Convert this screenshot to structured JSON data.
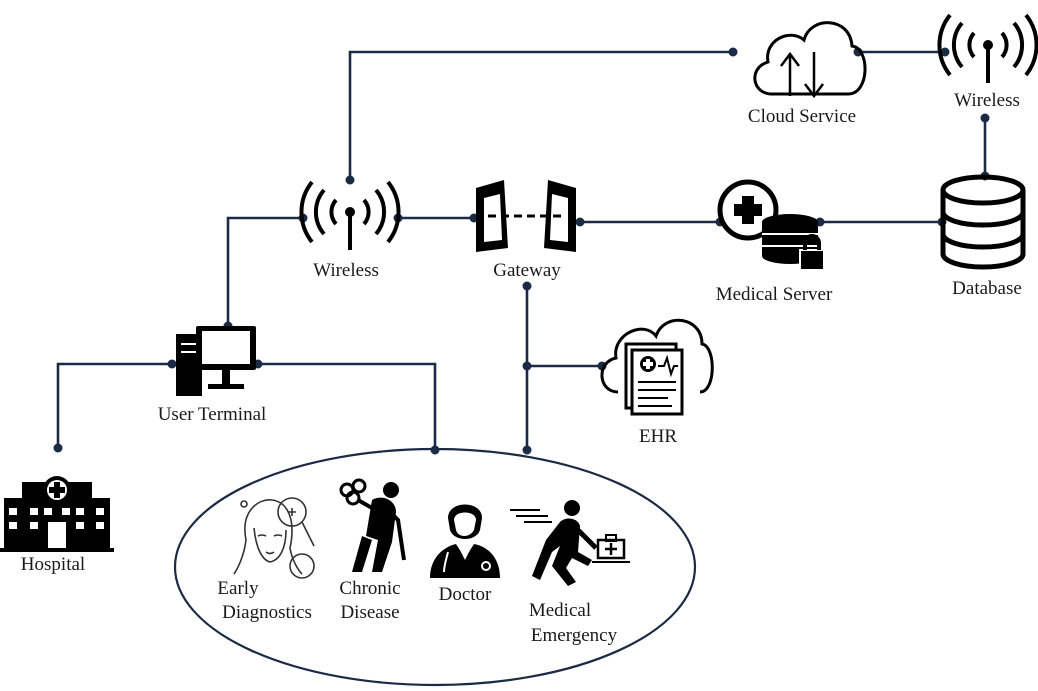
{
  "labels": {
    "cloud_service": "Cloud Service",
    "wireless_top": "Wireless",
    "wireless_mid": "Wireless",
    "gateway": "Gateway",
    "medical_server": "Medical Server",
    "database": "Database",
    "user_terminal": "User Terminal",
    "ehr": "EHR",
    "hospital": "Hospital",
    "early_diag_1": "Early",
    "early_diag_2": "Diagnostics",
    "chronic_1": "Chronic",
    "chronic_2": "Disease",
    "doctor": "Doctor",
    "emergency_1": "Medical",
    "emergency_2": "Emergency"
  },
  "icons": {
    "cloud": "cloud-upload-download-icon",
    "antenna": "wireless-antenna-icon",
    "gateway": "gateway-server-icon",
    "medical_server": "medical-server-icon",
    "database": "database-icon",
    "terminal": "desktop-computer-icon",
    "ehr": "ehr-cloud-record-icon",
    "hospital": "hospital-building-icon",
    "early": "woman-magnifier-icon",
    "chronic": "hunched-patient-icon",
    "doctor": "doctor-icon",
    "emergency": "running-person-medkit-icon"
  },
  "colors": {
    "connector": "#1b2a45",
    "icon": "#000000"
  }
}
